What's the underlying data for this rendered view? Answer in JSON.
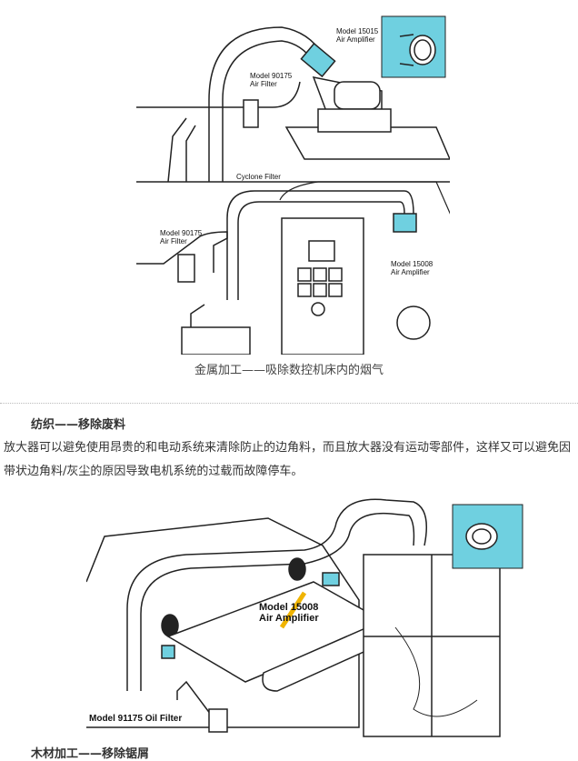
{
  "figure1": {
    "labels": {
      "amp_top": "Model 15015\nAir Amplifier",
      "filter_top": "Model 90175\nAir Filter",
      "cyclone": "Cyclone Filter",
      "filter_bottom": "Model 90175\nAir Filter",
      "amp_bottom": "Model 15008\nAir Amplifier"
    },
    "caption": "金属加工——吸除数控机床内的烟气"
  },
  "section_textile": {
    "heading": "纺织——移除废料",
    "paragraph": "放大器可以避免使用昂贵的和电动系统来清除防止的边角料，而且放大器没有运动零部件，这样又可以避免因带状边角料/灰尘的原因导致电机系统的过载而故障停车。"
  },
  "figure2": {
    "labels": {
      "amp": "Model 15008\nAir Amplifier",
      "oil_filter": "Model 91175 Oil Filter"
    }
  },
  "section_wood": {
    "heading": "木材加工——移除锯屑"
  },
  "colors": {
    "accent_cyan": "#6fd0e0"
  }
}
